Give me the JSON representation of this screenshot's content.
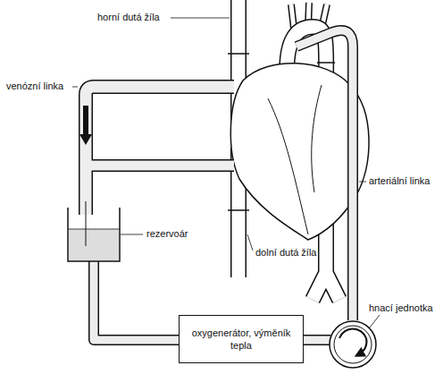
{
  "diagram": {
    "nodes": [
      {
        "text": [
          "oxygenerátor, výměník tepla"
        ]
      }
    ],
    "labels": [
      "horní dutá žíla",
      "venózní linka",
      "dolní dutá žíla",
      "arteriální linka",
      "rezervoár",
      "hnací jednotka"
    ]
  }
}
